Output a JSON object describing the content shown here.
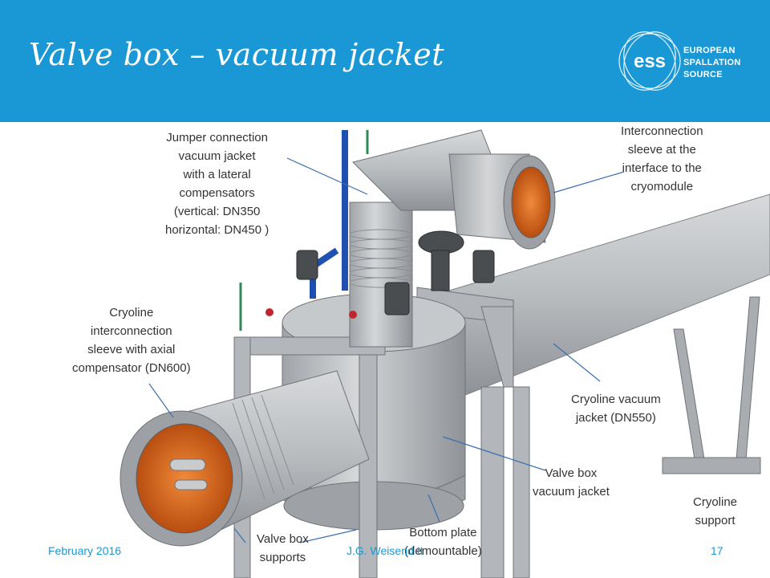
{
  "slide": {
    "title": "Valve box – vacuum jacket",
    "logo": {
      "name": "ess-logo",
      "line1": "EUROPEAN",
      "line2": "SPALLATION",
      "line3": "SOURCE",
      "mark": "ess"
    },
    "labels": {
      "jumper": [
        "Jumper connection",
        "vacuum jacket",
        "with a lateral",
        "compensators",
        "(vertical: DN350",
        "horizontal: DN450 )"
      ],
      "interconnection_cryomodule": [
        "Interconnection",
        "sleeve at the",
        "interface to the",
        "cryomodule"
      ],
      "cryoline_sleeve": [
        "Cryoline",
        "interconnection",
        "sleeve with axial",
        "compensator (DN600)"
      ],
      "cryoline_jacket": [
        "Cryoline vacuum",
        "jacket (DN550)"
      ],
      "valve_box_jacket": [
        "Valve box",
        "vacuum jacket"
      ],
      "cryoline_support": [
        "Cryoline",
        "support"
      ],
      "bottom_plate": [
        "Bottom plate",
        "(demountable)"
      ],
      "valve_box_supports": [
        "Valve box",
        "supports"
      ]
    },
    "footer": {
      "date": "February 2016",
      "author": "J.G. Weisend II",
      "page": "17"
    }
  },
  "colors": {
    "header": "#1a98d5",
    "steel": "#b5b8bb",
    "orange": "#e06a1c",
    "pipe_blue": "#1f4fb0",
    "leader": "#3a6fb0"
  }
}
